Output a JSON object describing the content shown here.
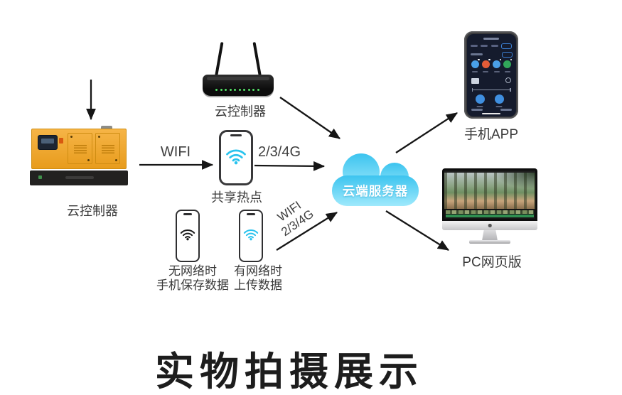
{
  "heading": "实物拍摄展示",
  "nodes": {
    "generator": {
      "label": "云控制器"
    },
    "router": {
      "label": "云控制器"
    },
    "hotspot_phone": {
      "label": "共享热点"
    },
    "cloud": {
      "label": "云端服务器"
    },
    "app_phone": {
      "label": "手机APP"
    },
    "pc": {
      "label": "PC网页版"
    },
    "offline_phone": {
      "label_line1": "无网络时",
      "label_line2": "手机保存数据"
    },
    "online_phone": {
      "label_line1": "有网络时",
      "label_line2": "上传数据"
    }
  },
  "edges": {
    "generator_to_hotspot": {
      "label": "WIFI"
    },
    "hotspot_to_cloud": {
      "label": "2/3/4G"
    },
    "online_phone_to_cloud": {
      "label_line1": "WIFI",
      "label_line2": "2/3/4G"
    }
  },
  "colors": {
    "arrow": "#161616",
    "label_text": "#3a3a3a",
    "heading_text": "#1d1d1d",
    "cloud_top": "#3cc4ef",
    "cloud_bottom": "#9fe9fc",
    "cloud_text": "#ffffff",
    "wifi_cyan": "#29c3ee",
    "wifi_dark": "#1c1c1c",
    "generator_yellow": "#f4a41e"
  }
}
